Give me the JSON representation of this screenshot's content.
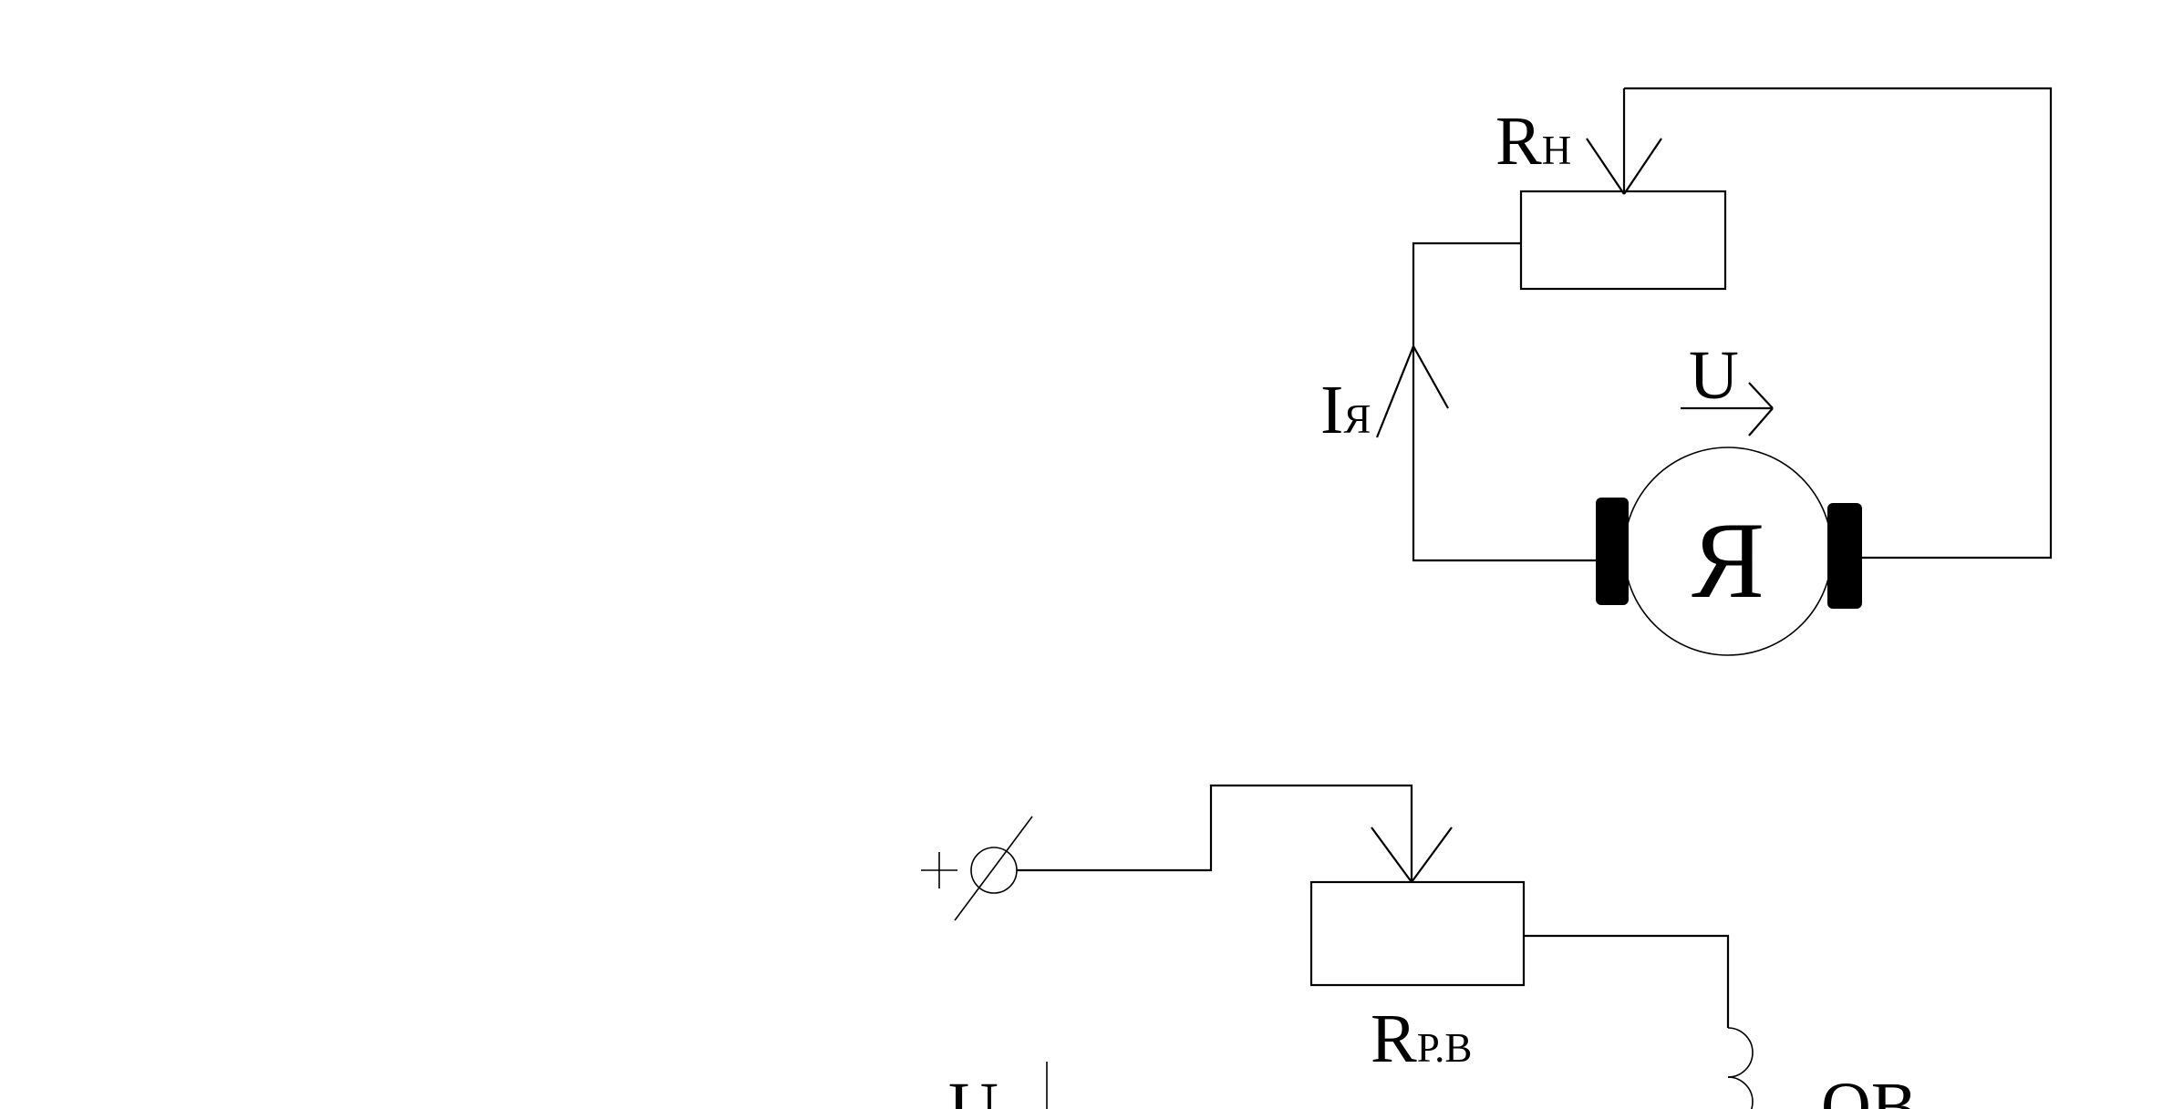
{
  "labels": {
    "rh_main": "R",
    "rh_sub": "Н",
    "ia_main": "I",
    "ia_sub": "Я",
    "u_top": "U",
    "armature": "Я",
    "plus": "+",
    "rpb_main": "R",
    "rpb_sub": "Р.В",
    "u_bottom": "U",
    "ov": "ОВ"
  },
  "colors": {
    "ink": "#000000",
    "background": "#ffffff"
  }
}
